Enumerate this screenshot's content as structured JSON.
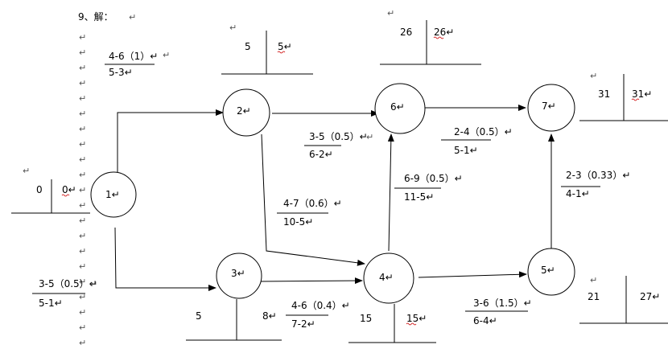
{
  "heading": "9、解：",
  "paragraph_mark": "↵",
  "nodes": [
    {
      "id": "1",
      "label": "1↵"
    },
    {
      "id": "2",
      "label": "2↵"
    },
    {
      "id": "3",
      "label": "3↵"
    },
    {
      "id": "4",
      "label": "4↵"
    },
    {
      "id": "5",
      "label": "5↵"
    },
    {
      "id": "6",
      "label": "6↵"
    },
    {
      "id": "7",
      "label": "7↵"
    }
  ],
  "node_times": [
    {
      "node": "1",
      "early": "0",
      "late": "0↵"
    },
    {
      "node": "2",
      "early": "5",
      "late": "5↵"
    },
    {
      "node": "3",
      "early": "5",
      "late": "8↵"
    },
    {
      "node": "4",
      "early": "15",
      "late": "15↵"
    },
    {
      "node": "5",
      "early": "21",
      "late": "27↵"
    },
    {
      "node": "6",
      "early": "26",
      "late": "26↵"
    },
    {
      "node": "7",
      "early": "31",
      "late": "31↵"
    }
  ],
  "activities": [
    {
      "from": "1",
      "to": "2",
      "top": "4-6（1）↵",
      "bottom": "5-3↵"
    },
    {
      "from": "1",
      "to": "3",
      "top": "3-5（0.5）↵",
      "bottom": "5-1↵"
    },
    {
      "from": "2",
      "to": "6",
      "top": "3-5（0.5）↵",
      "bottom": "6-2↵"
    },
    {
      "from": "2",
      "to": "4",
      "top": "4-7（0.6）↵",
      "bottom": "10-5↵"
    },
    {
      "from": "3",
      "to": "4",
      "top": "4-6（0.4）↵",
      "bottom": "7-2↵"
    },
    {
      "from": "4",
      "to": "6",
      "top": "6-9（0.5）↵",
      "bottom": "11-5↵"
    },
    {
      "from": "4",
      "to": "5",
      "top": "3-6（1.5）↵",
      "bottom": "6-4↵"
    },
    {
      "from": "6",
      "to": "7",
      "top": "2-4（0.5）↵",
      "bottom": "5-1↵"
    },
    {
      "from": "5",
      "to": "7",
      "top": "2-3（0.33）↵",
      "bottom": "4-1↵"
    }
  ]
}
